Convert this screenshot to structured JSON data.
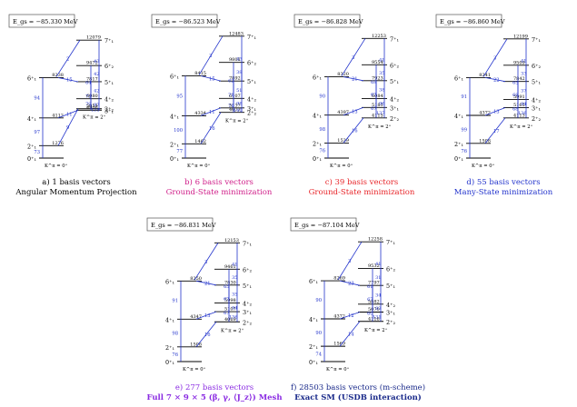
{
  "colors": {
    "black": "#000000",
    "blue": "#2233cc",
    "magenta": "#d0208a",
    "red": "#e8262a",
    "purple": "#8a2be2",
    "navy": "#1a2a8a"
  },
  "panels": [
    {
      "egs": "E_gs = −85.330 MeV",
      "cap1": "a) 1 basis vectors",
      "cap2": "Angular Momentum Projection",
      "capColor": "#000000",
      "cap2Color": "#000000",
      "levels": {
        "g0": "0",
        "g2": "1276",
        "g4": "4112",
        "g6": "8238",
        "b2": "5053",
        "b3": "4906",
        "b4": "6080",
        "b5": "7817",
        "b6": "9472",
        "b7": "12079"
      },
      "be2": {
        "g20": "73",
        "g42": "97",
        "g64": "94",
        "g6b5": "15",
        "g6b7": "2",
        "g4b3": "11",
        "g2b2": "9",
        "b32": "135",
        "b42": "79",
        "b43": "97",
        "b53": "72",
        "b54": "42",
        "b64": "64",
        "b65": "42",
        "b75": "43"
      }
    },
    {
      "egs": "E_gs = −86.523 MeV",
      "cap1": "b) 6 basis vectors",
      "cap2": "Ground-State minimization",
      "capColor": "#d0208a",
      "cap2Color": "#d0208a",
      "levels": {
        "g0": "0",
        "g2": "1462",
        "g4": "4334",
        "g6": "8415",
        "b2": "4677",
        "b3": "5137",
        "b4": "6107",
        "b5": "7892",
        "b6": "9801",
        "b7": "12483"
      },
      "be2": {
        "g20": "77",
        "g42": "100",
        "g64": "95",
        "g6b5": "15",
        "g6b7": "3",
        "g4b3": "11",
        "g2b2": "16",
        "b32": "140",
        "b42": "71",
        "b43": "98",
        "b53": "71",
        "b54": "51",
        "b64": "62",
        "b65": "38",
        "b75": "43"
      }
    },
    {
      "egs": "E_gs = −86.828 MeV",
      "cap1": "c) 39 basis vectors",
      "cap2": "Ground-State minimization",
      "capColor": "#e8262a",
      "cap2Color": "#e8262a",
      "levels": {
        "g0": "0",
        "g2": "1539",
        "g4": "4397",
        "g6": "8320",
        "b2": "4115",
        "b3": "5181",
        "b4": "6084",
        "b5": "7923",
        "b6": "9554",
        "b7": "12253"
      },
      "be2": {
        "g20": "76",
        "g42": "98",
        "g64": "90",
        "g6b5": "21",
        "g6b7": "3",
        "g4b3": "13",
        "g2b2": "16",
        "b32": "137",
        "b42": "67",
        "b43": "96",
        "b53": "67",
        "b54": "38",
        "b64": "68",
        "b65": "35",
        "b75": "41"
      }
    },
    {
      "egs": "E_gs = −86.860 MeV",
      "cap1": "d) 55 basis vectors",
      "cap2": "Many-State minimization",
      "capColor": "#2233cc",
      "cap2Color": "#2233cc",
      "levels": {
        "g0": "0",
        "g2": "1508",
        "g4": "4372",
        "g6": "8241",
        "b2": "4113",
        "b3": "5165",
        "b4": "5991",
        "b5": "7842",
        "b6": "9509",
        "b7": "12199"
      },
      "be2": {
        "g20": "76",
        "g42": "99",
        "g64": "91",
        "g6b5": "22",
        "g6b7": "3",
        "g4b3": "13",
        "g2b2": "17",
        "b32": "136",
        "b42": "68",
        "b43": "94",
        "b53": "68",
        "b54": "37",
        "b64": "65",
        "b65": "33",
        "b75": "41"
      }
    },
    {
      "egs": "E_gs = −86.831 MeV",
      "cap1": "e) 277 basis vectors",
      "cap2": "Full 7 × 9 × 5 (β, γ, ⟨J_z⟩) Mesh",
      "capColor": "#8a2be2",
      "cap2Color": "#8a2be2",
      "levels": {
        "g0": "0",
        "g2": "1508",
        "g4": "4347",
        "g6": "8250",
        "b2": "4069",
        "b3": "5107",
        "b4": "5998",
        "b5": "7830",
        "b6": "9461",
        "b7": "12153"
      },
      "be2": {
        "g20": "76",
        "g42": "98",
        "g64": "91",
        "g6b5": "21",
        "g6b7": "3",
        "g4b3": "13",
        "g2b2": "16",
        "b32": "136",
        "b42": "67",
        "b43": "94",
        "b53": "67",
        "b54": "35",
        "b64": "65",
        "b65": "35",
        "b75": "41"
      }
    },
    {
      "egs": "E_gs = −87.104 MeV",
      "cap1": "f) 28503 basis vectors (m-scheme)",
      "cap2": "Exact SM (USDB interaction)",
      "capColor": "#1a2a8a",
      "cap2Color": "#1a2a8a",
      "levels": {
        "g0": "0",
        "g2": "1569",
        "g4": "4372",
        "g6": "8269",
        "b2": "4116",
        "b3": "5070",
        "b4": "5882",
        "b5": "7797",
        "b6": "9532",
        "b7": "12258"
      },
      "be2": {
        "g20": "74",
        "g42": "90",
        "g64": "90",
        "g6b5": "23",
        "g6b7": "3",
        "g4b3": "12",
        "g2b2": "14",
        "b32": "131",
        "b42": "60",
        "b43": "93",
        "b53": "67",
        "b54": "34",
        "b64": "61",
        "b65": "31",
        "b75": "41"
      }
    }
  ],
  "spins": {
    "g0": "0⁺₁",
    "g2": "2⁺₁",
    "g4": "4⁺₁",
    "g6": "6⁺₁",
    "b2": "2⁺₂",
    "b3": "3⁺₁",
    "b4": "4⁺₂",
    "b5": "5⁺₁",
    "b6": "6⁺₂",
    "b7": "7⁺₁"
  },
  "bandLabels": {
    "ground": "K^π = 0⁺",
    "gamma": "K^π = 2⁺"
  }
}
